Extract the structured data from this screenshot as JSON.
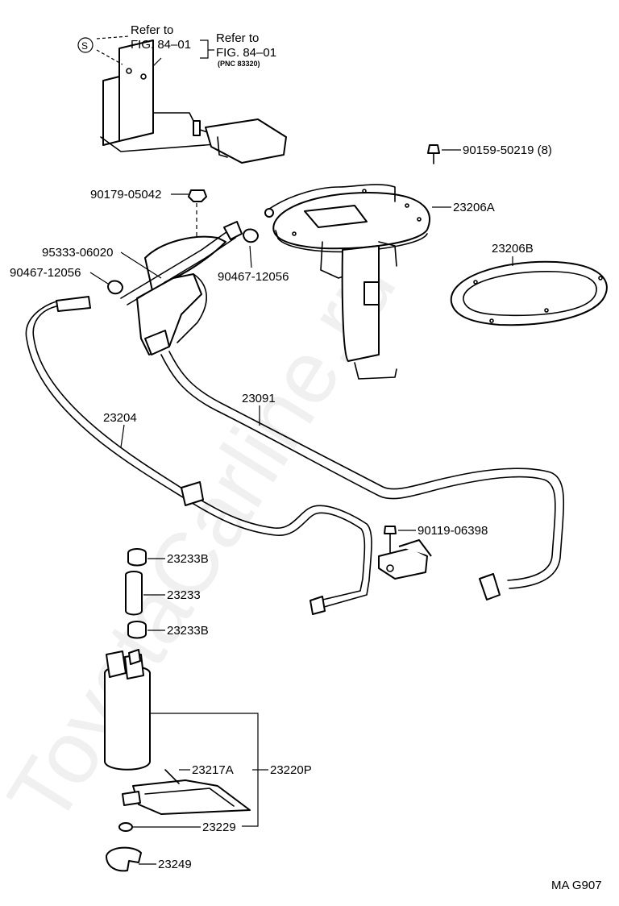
{
  "watermark": "ToyotaCarline.ru",
  "figure_code": "MA G907",
  "references": {
    "refer_to_1": "Refer to",
    "fig_1": "FIG. 84–01",
    "refer_to_2": "Refer to",
    "fig_2": "FIG. 84–01",
    "pnc": "(PNC 83320)",
    "symbol": "S"
  },
  "parts": {
    "bolt_top": "90159-50219 (8)",
    "nut": "90179-05042",
    "fuel_pump_bracket": "23206A",
    "gasket": "23206B",
    "hose": "95333-06020",
    "clamp_left": "90467-12056",
    "clamp_right": "90467-12056",
    "tube_main": "23091",
    "tube_return": "23204",
    "bolt_bottom": "90119-06398",
    "cushion_top": "23233B",
    "hose_pump": "23233",
    "cushion_bottom": "23233B",
    "filter": "23217A",
    "pump_assy": "23220P",
    "clip": "23229",
    "retainer": "23249"
  }
}
